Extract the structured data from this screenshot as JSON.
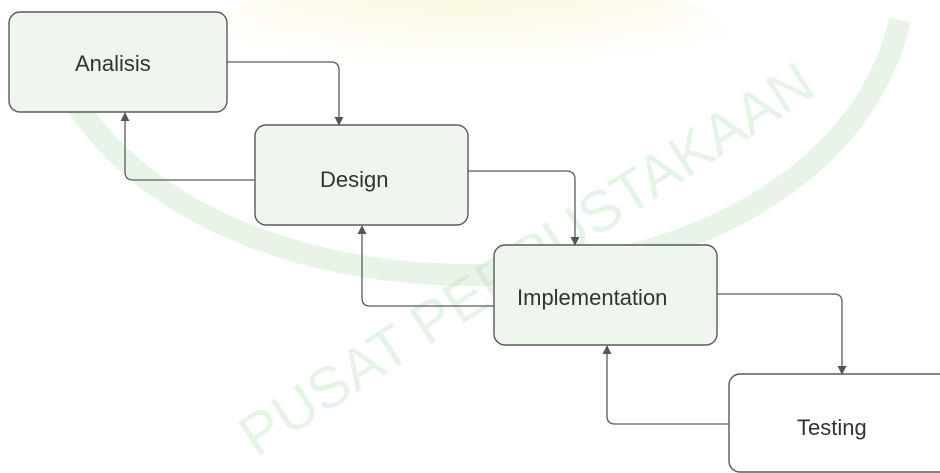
{
  "watermark": {
    "text": "PUSAT PERPUSTAKAAN",
    "color": "#a8d5a8",
    "logo_color": "#f4ecb0"
  },
  "diagram": {
    "phases": [
      {
        "id": "analisis",
        "label": "Analisis"
      },
      {
        "id": "design",
        "label": "Design"
      },
      {
        "id": "implementation",
        "label": "Implementation"
      },
      {
        "id": "testing",
        "label": "Testing"
      }
    ],
    "box_fill_shaded": "#eef6ee",
    "box_fill_plain": "#ffffff",
    "line_color": "#5a5a5a",
    "arrow_color": "#555555"
  }
}
